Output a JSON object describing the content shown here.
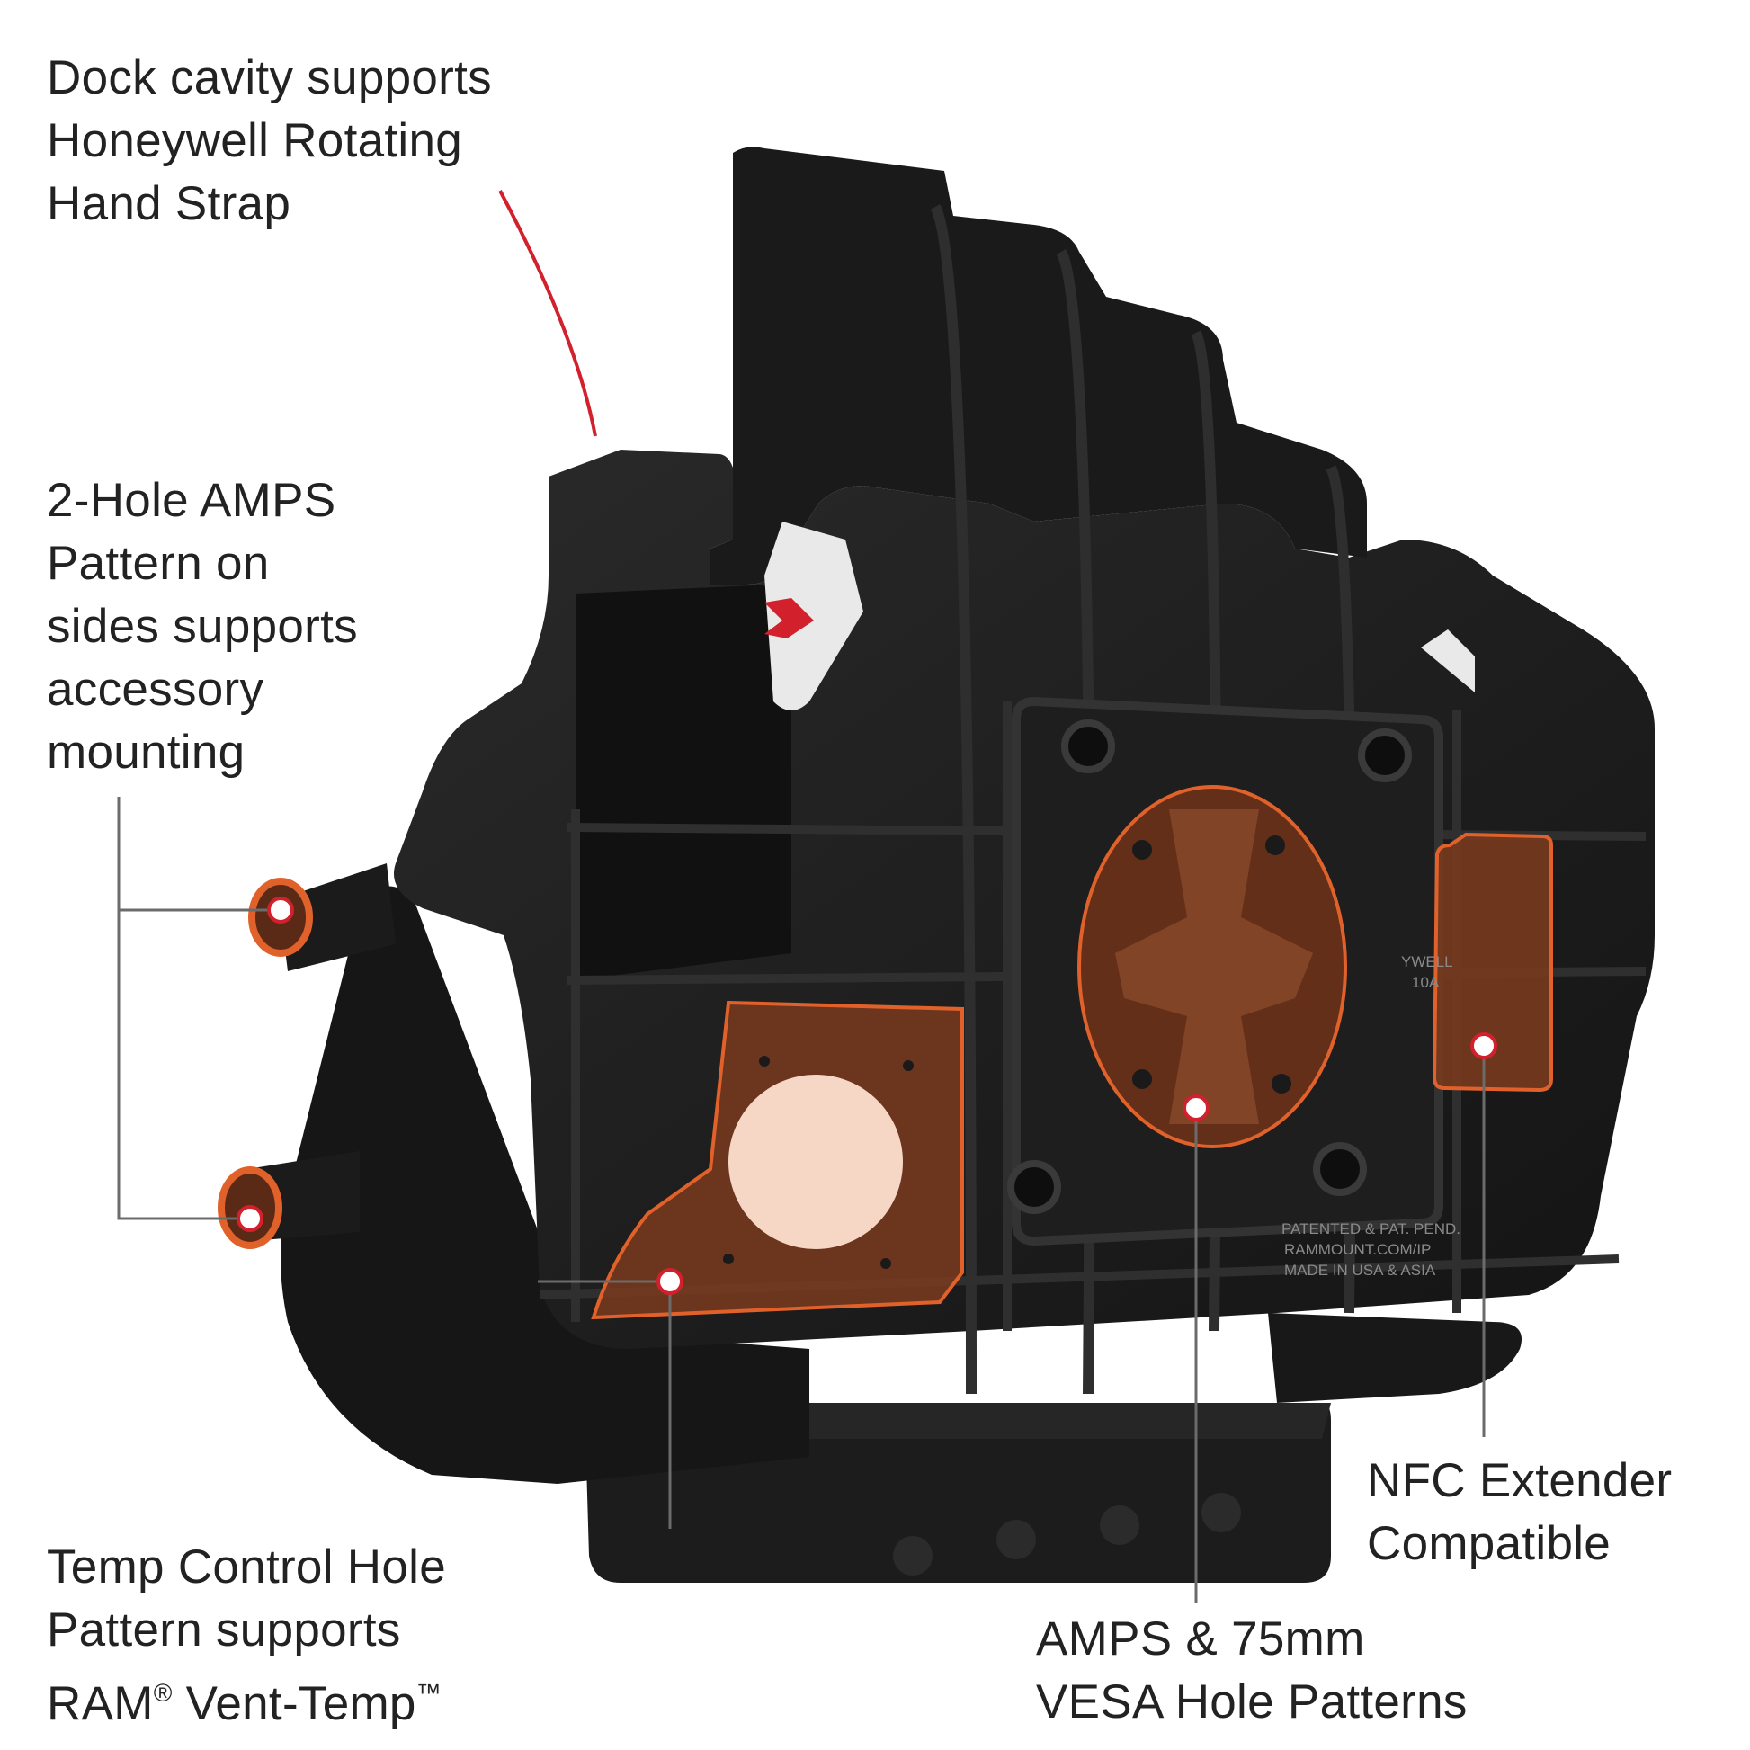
{
  "colors": {
    "body": "#1f1f1f",
    "body_shadow": "#0e0e0e",
    "rib": "#2c2c2c",
    "highlight": "#9a8a82",
    "overlay_fill": "#7a3a1e",
    "overlay_stroke": "#e0622a",
    "vent_disc": "#f6d6c4",
    "accent_red": "#d2202c",
    "leader_gray": "#6b6b6b",
    "text": "#222222"
  },
  "callouts": {
    "dock_cavity": {
      "lines": [
        "Dock cavity supports",
        "Honeywell Rotating",
        "Hand Strap"
      ]
    },
    "amps_2hole": {
      "lines": [
        "2-Hole AMPS",
        "Pattern on",
        "sides supports",
        "accessory",
        "mounting"
      ]
    },
    "temp_control": {
      "lines": [
        "Temp Control Hole",
        "Pattern supports"
      ],
      "line3_pre": "RAM",
      "line3_mark1": "®",
      "line3_mid": " Vent-Temp",
      "line3_mark2": "™"
    },
    "nfc": {
      "lines": [
        "NFC Extender",
        "Compatible"
      ]
    },
    "vesa": {
      "lines": [
        "AMPS & 75mm",
        "VESA Hole Patterns"
      ]
    }
  },
  "product_markings": {
    "patent": "PATENTED & PAT. PEND.",
    "site": "RAMMOUNT.COM/IP",
    "origin": "MADE IN USA & ASIA",
    "brand_partial": "YWELL",
    "model_partial": "10A"
  },
  "icons": {
    "arrow": "red-chevron-arrow-icon",
    "hole_marker": "red-ring-hole-marker-icon"
  }
}
